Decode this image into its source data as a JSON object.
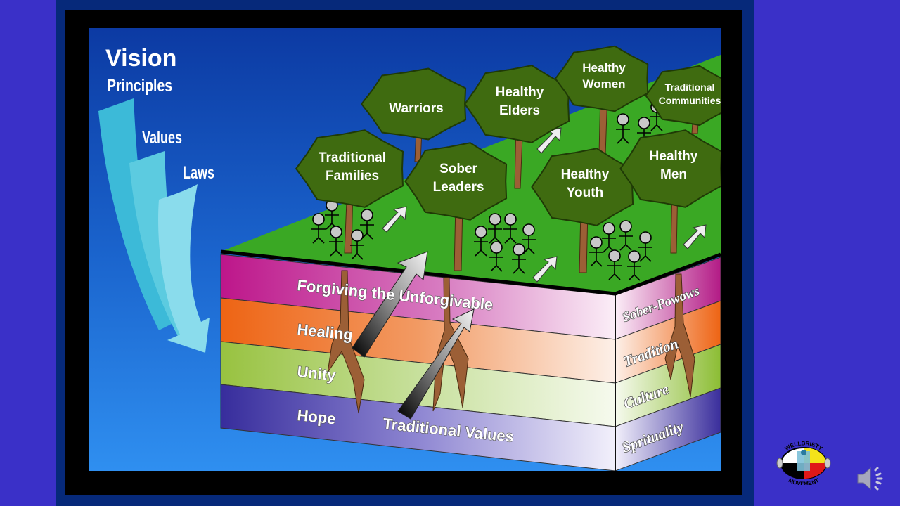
{
  "slide": {
    "hierarchy": {
      "vision": "Vision",
      "principles": "Principles",
      "values": "Values",
      "laws": "Laws"
    },
    "trees": [
      {
        "line1": "Traditional",
        "line2": "Families"
      },
      {
        "line1": "Warriors",
        "line2": ""
      },
      {
        "line1": "Sober",
        "line2": "Leaders"
      },
      {
        "line1": "Healthy",
        "line2": "Elders"
      },
      {
        "line1": "Healthy",
        "line2": "Women"
      },
      {
        "line1": "Traditional",
        "line2": "Communities"
      },
      {
        "line1": "Healthy",
        "line2": "Youth"
      },
      {
        "line1": "Healthy",
        "line2": "Men"
      }
    ],
    "front_layers": [
      "Forgiving the Unforgivable",
      "Healing",
      "Unity",
      "Hope"
    ],
    "front_footer": "Traditional Values",
    "side_layers": [
      "Sober-Powows",
      "Tradition",
      "Culture",
      "Sprituality"
    ],
    "colors": {
      "magenta": "#c21c8e",
      "orange": "#ee6a1a",
      "lime": "#9ac444",
      "purple": "#3b2f9e",
      "grass": "#3aa824",
      "canopy": "#3f6b10",
      "trunk": "#9c5f36"
    }
  },
  "logo": {
    "top_text": "WELLBRIETY",
    "bottom_text": "MOVEMENT"
  },
  "audio": {
    "icon": "speaker-icon"
  }
}
